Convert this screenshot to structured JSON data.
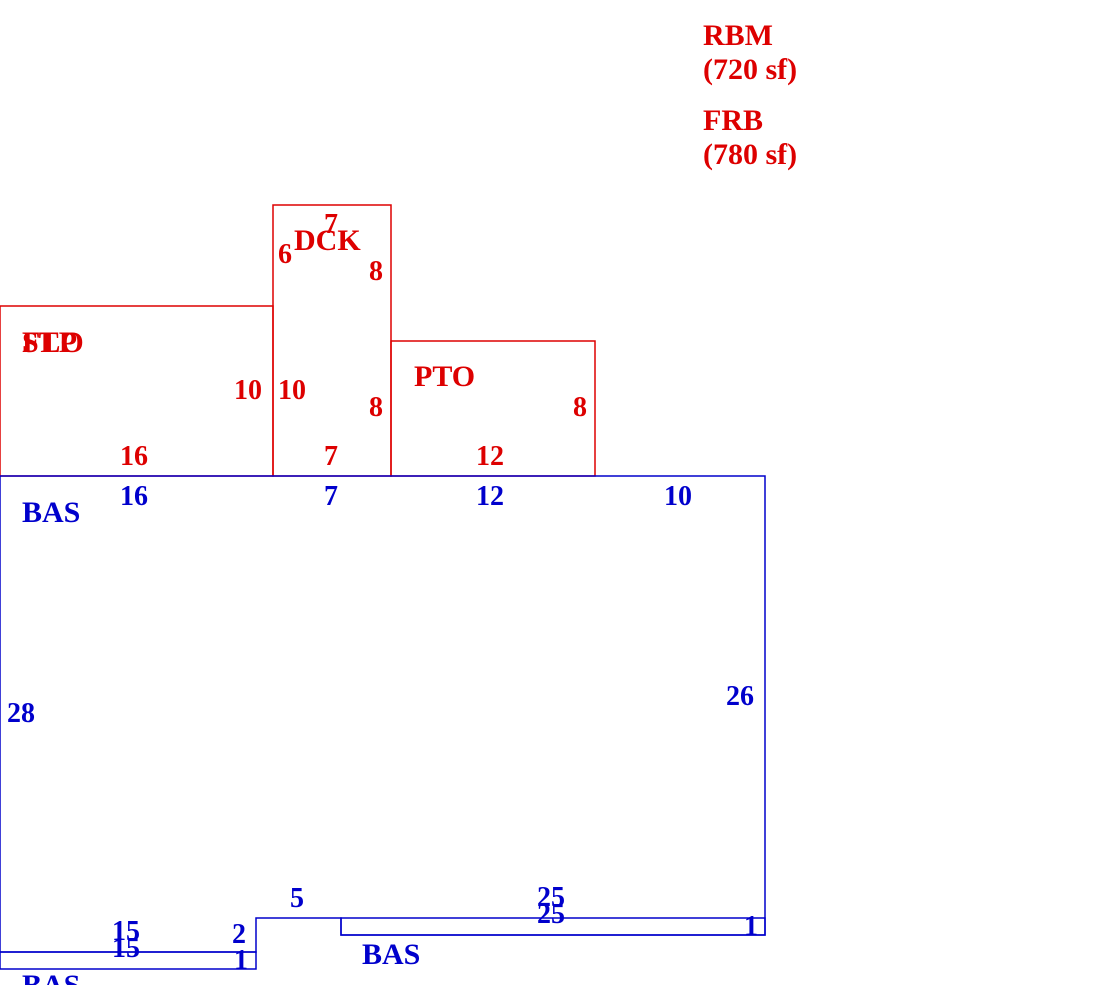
{
  "colors": {
    "red": "#dd0000",
    "blue": "#0000cc"
  },
  "legend": [
    {
      "code": "RBM",
      "area": "(720 sf)"
    },
    {
      "code": "FRB",
      "area": "(780 sf)"
    }
  ],
  "areas": {
    "stp": "STP",
    "flo": "FLO",
    "dck": "DCK",
    "pto": "PTO",
    "bas_main": "BAS",
    "bas_lower": "BAS",
    "bas_bottom": "BAS"
  },
  "dimensions": {
    "red": {
      "dck_top": "7",
      "dck_left": "6",
      "dck_right": "8",
      "dck_inner_right": "8",
      "dck_left_lower": "10",
      "dck_bottom": "7",
      "left_right": "10",
      "left_bottom": "16",
      "pto_right": "8",
      "pto_bottom": "12"
    },
    "blue": {
      "top_16": "16",
      "top_7": "7",
      "top_12": "12",
      "top_10": "10",
      "left_28": "28",
      "right_26": "26",
      "notch_5": "5",
      "notch_2": "2",
      "bottom_25a": "25",
      "bottom_25b": "25",
      "bottom_15a": "15",
      "bottom_15b": "15",
      "right_1": "1",
      "left_1": "1"
    }
  }
}
